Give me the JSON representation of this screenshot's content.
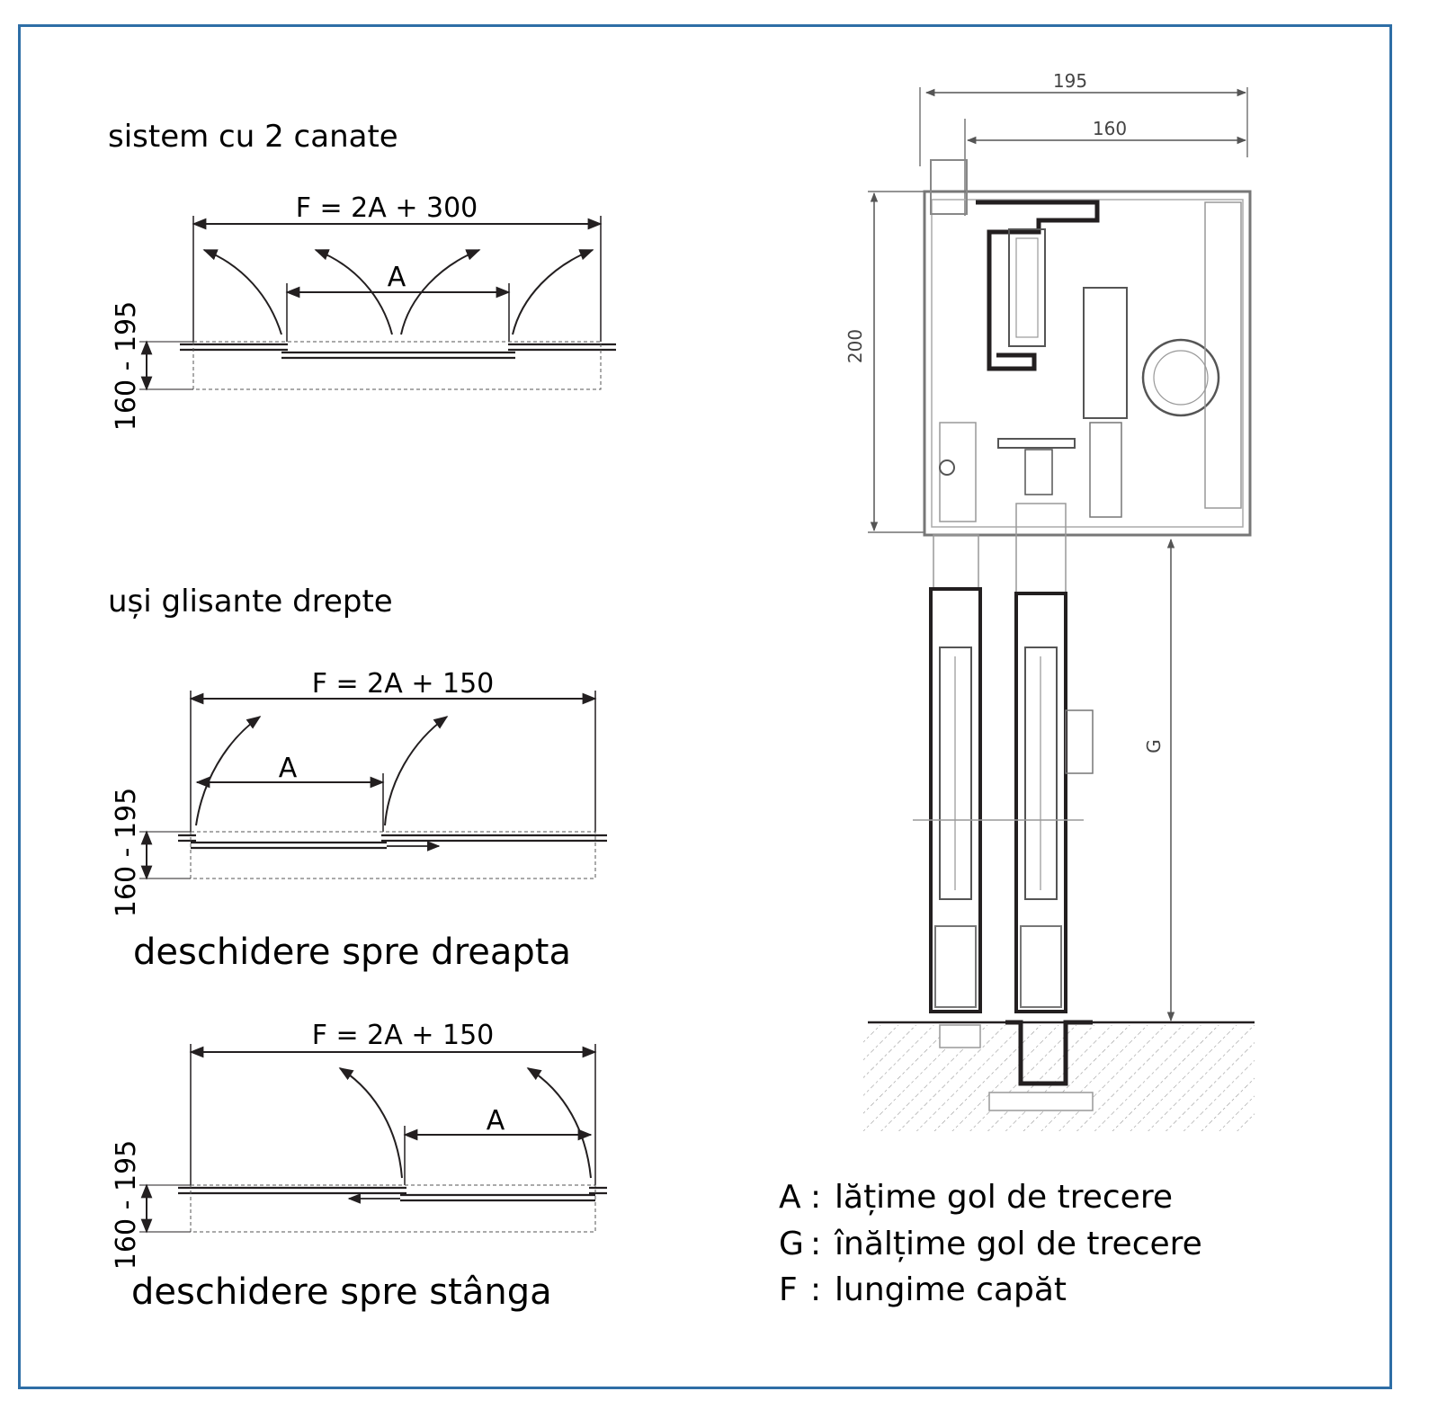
{
  "sections": {
    "two_leaf": {
      "title": "sistem  cu  2 canate",
      "formula": "F = 2A + 300",
      "gap_label": "A",
      "depth_label": "160 - 195"
    },
    "straight": {
      "title": "uși glisante drepte"
    },
    "right_opening": {
      "formula": "F = 2A + 150",
      "gap_label": "A",
      "depth_label": "160 - 195",
      "caption": "deschidere spre dreapta"
    },
    "left_opening": {
      "formula": "F = 2A + 150",
      "gap_label": "A",
      "depth_label": "160 - 195",
      "caption": "deschidere spre stânga"
    }
  },
  "section_drawing": {
    "dim_overall_width": "195",
    "dim_inner_width": "160",
    "dim_height": "200",
    "dim_clear_height": "G"
  },
  "legend": [
    {
      "key": "A",
      "sep": ":",
      "text": "lățime gol de trecere"
    },
    {
      "key": "G",
      "sep": ":",
      "text": "înălțime gol de trecere"
    },
    {
      "key": "F",
      "sep": ":",
      "text": "lungime capăt"
    }
  ],
  "colors": {
    "frame": "#2e6ea6",
    "ink": "#231f20",
    "gray": "#8a8a8a"
  }
}
